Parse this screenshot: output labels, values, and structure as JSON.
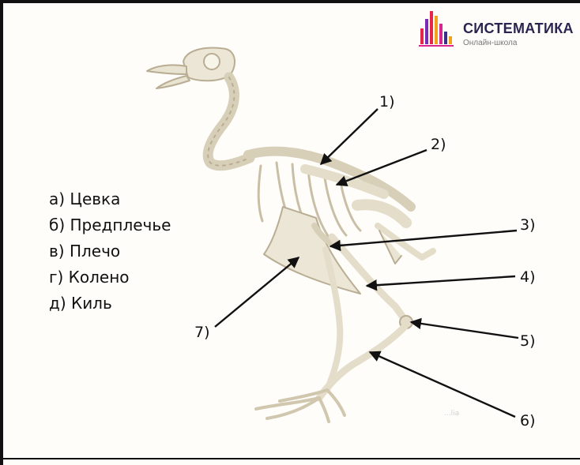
{
  "logo": {
    "title": "СИСТЕМАТИКА",
    "subtitle": "Онлайн-школа",
    "colors": [
      "#e8244a",
      "#f2a21b",
      "#7b2bb5",
      "#3a2d8c",
      "#d9258f"
    ]
  },
  "legend": {
    "items": [
      "а) Цевка",
      "б) Предплечье",
      "в) Плечо",
      "г) Колено",
      "д) Киль"
    ]
  },
  "labels": {
    "n1": "1)",
    "n2": "2)",
    "n3": "3)",
    "n4": "4)",
    "n5": "5)",
    "n6": "6)",
    "n7": "7)"
  },
  "watermark": "...lia",
  "colors": {
    "bone": "#e9e3d2",
    "bone_shadow": "#b9ad93",
    "arrow": "#111111"
  }
}
